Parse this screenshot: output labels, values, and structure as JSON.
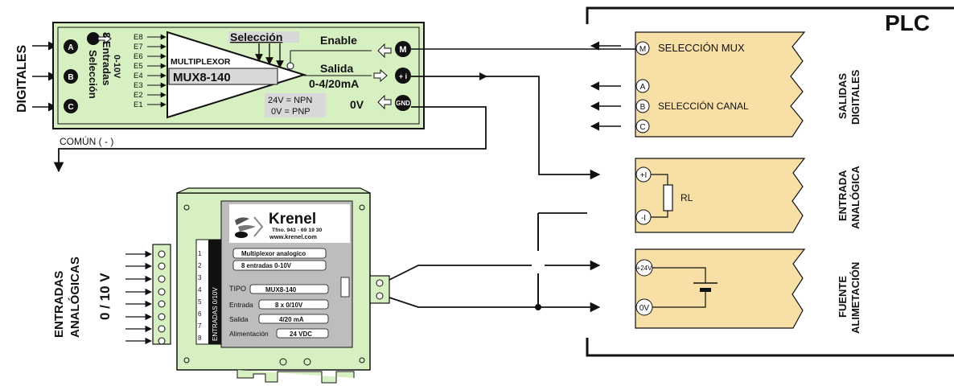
{
  "digitales": "DIGITALES",
  "comun": "COMÚN ( - )",
  "mux_box": {
    "inputs": [
      "A",
      "B",
      "C"
    ],
    "seleccion_vertical": "Selección",
    "entradas_count": "8 Entradas",
    "entradas_range": "0-10V",
    "channels": [
      "E8",
      "E7",
      "E6",
      "E5",
      "E4",
      "E3",
      "E2",
      "E1"
    ],
    "seleccion_label": "Selección",
    "multiplexor": "MULTIPLEXOR",
    "model": "MUX8-140",
    "enable": "Enable",
    "salida": "Salida",
    "salida_range": "0-4/20mA",
    "npn": "24V = NPN",
    "pnp": "0V = PNP",
    "zero_v": "0V",
    "term_m": "M",
    "term_i": "+ i",
    "term_gnd": "GND"
  },
  "plc": {
    "title": "PLC",
    "sel_mux": "SELECCIÓN MUX",
    "sel_canal": "SELECCIÓN CANAL",
    "term_m": "M",
    "term_a": "A",
    "term_b": "B",
    "term_c": "C",
    "salidas": "SALIDAS",
    "digitales": "DIGITALES",
    "plus_i": "+I",
    "minus_i": "-I",
    "rl": "RL",
    "entrada": "ENTRADA",
    "analogica": "ANALÓGICA",
    "v24": "+24V",
    "v0": "0V",
    "fuente": "FUENTE",
    "alimentacion": "ALIMETACIÓN"
  },
  "device": {
    "brand": "Krenel",
    "phone": "Tfno. 943 - 69 19 30",
    "web": "www.krenel.com",
    "desc1": "Multiplexor analogico",
    "desc2": "8 entradas 0-10V",
    "tipo_label": "TIPO",
    "tipo_value": "MUX8-140",
    "entrada_label": "Entrada",
    "entrada_value": "8 x 0/10V",
    "salida_label": "Salida",
    "salida_value": "4/20 mA",
    "alim_label": "Alimentación",
    "alim_value": "24 VDC",
    "strip_label": "ENTRADAS 0/10V",
    "strip_nums": [
      "1",
      "2",
      "3",
      "4",
      "5",
      "6",
      "7",
      "8"
    ]
  },
  "entradas_analogicas": {
    "line1": "ENTRADAS",
    "line2": "ANALÓGICAS",
    "range": "0 / 10 V"
  },
  "colors": {
    "module_green": "#d6f0c2",
    "plc_tan": "#f7dfa6",
    "device_gray": "#bdbdbd",
    "wire": "#111111"
  }
}
